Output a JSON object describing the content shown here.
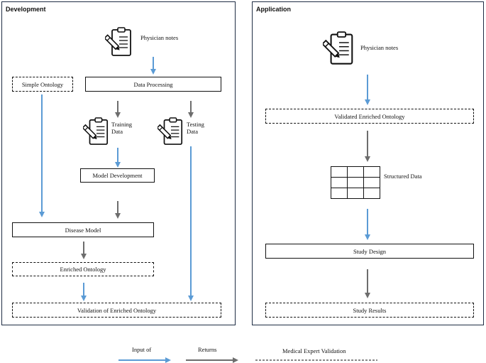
{
  "development": {
    "title": "Development",
    "physician_notes": "Physician notes",
    "simple_ontology": "Simple Ontology",
    "data_processing": "Data Processing",
    "training_data_line1": "Training",
    "training_data_line2": "Data",
    "testing_data_line1": "Testing",
    "testing_data_line2": "Data",
    "model_development": "Model Development",
    "disease_model": "Disease Model",
    "enriched_ontology": "Enriched Ontology",
    "validation": "Validation of Enriched Ontology"
  },
  "application": {
    "title": "Application",
    "physician_notes": "Physician notes",
    "validated_enriched_ontology": "Validated Enriched Ontology",
    "structured_data": "Structured Data",
    "study_design": "Study Design",
    "study_results": "Study Results"
  },
  "legend": {
    "input_of": "Input of",
    "returns": "Returns",
    "medical_expert_validation": "Medical Expert Validation"
  },
  "colors": {
    "input_arrow": "#5b9bd5",
    "returns_arrow": "#6d6d6d",
    "border": "#1f2d44"
  },
  "icons": [
    "clipboard-icon",
    "table-grid-icon"
  ]
}
